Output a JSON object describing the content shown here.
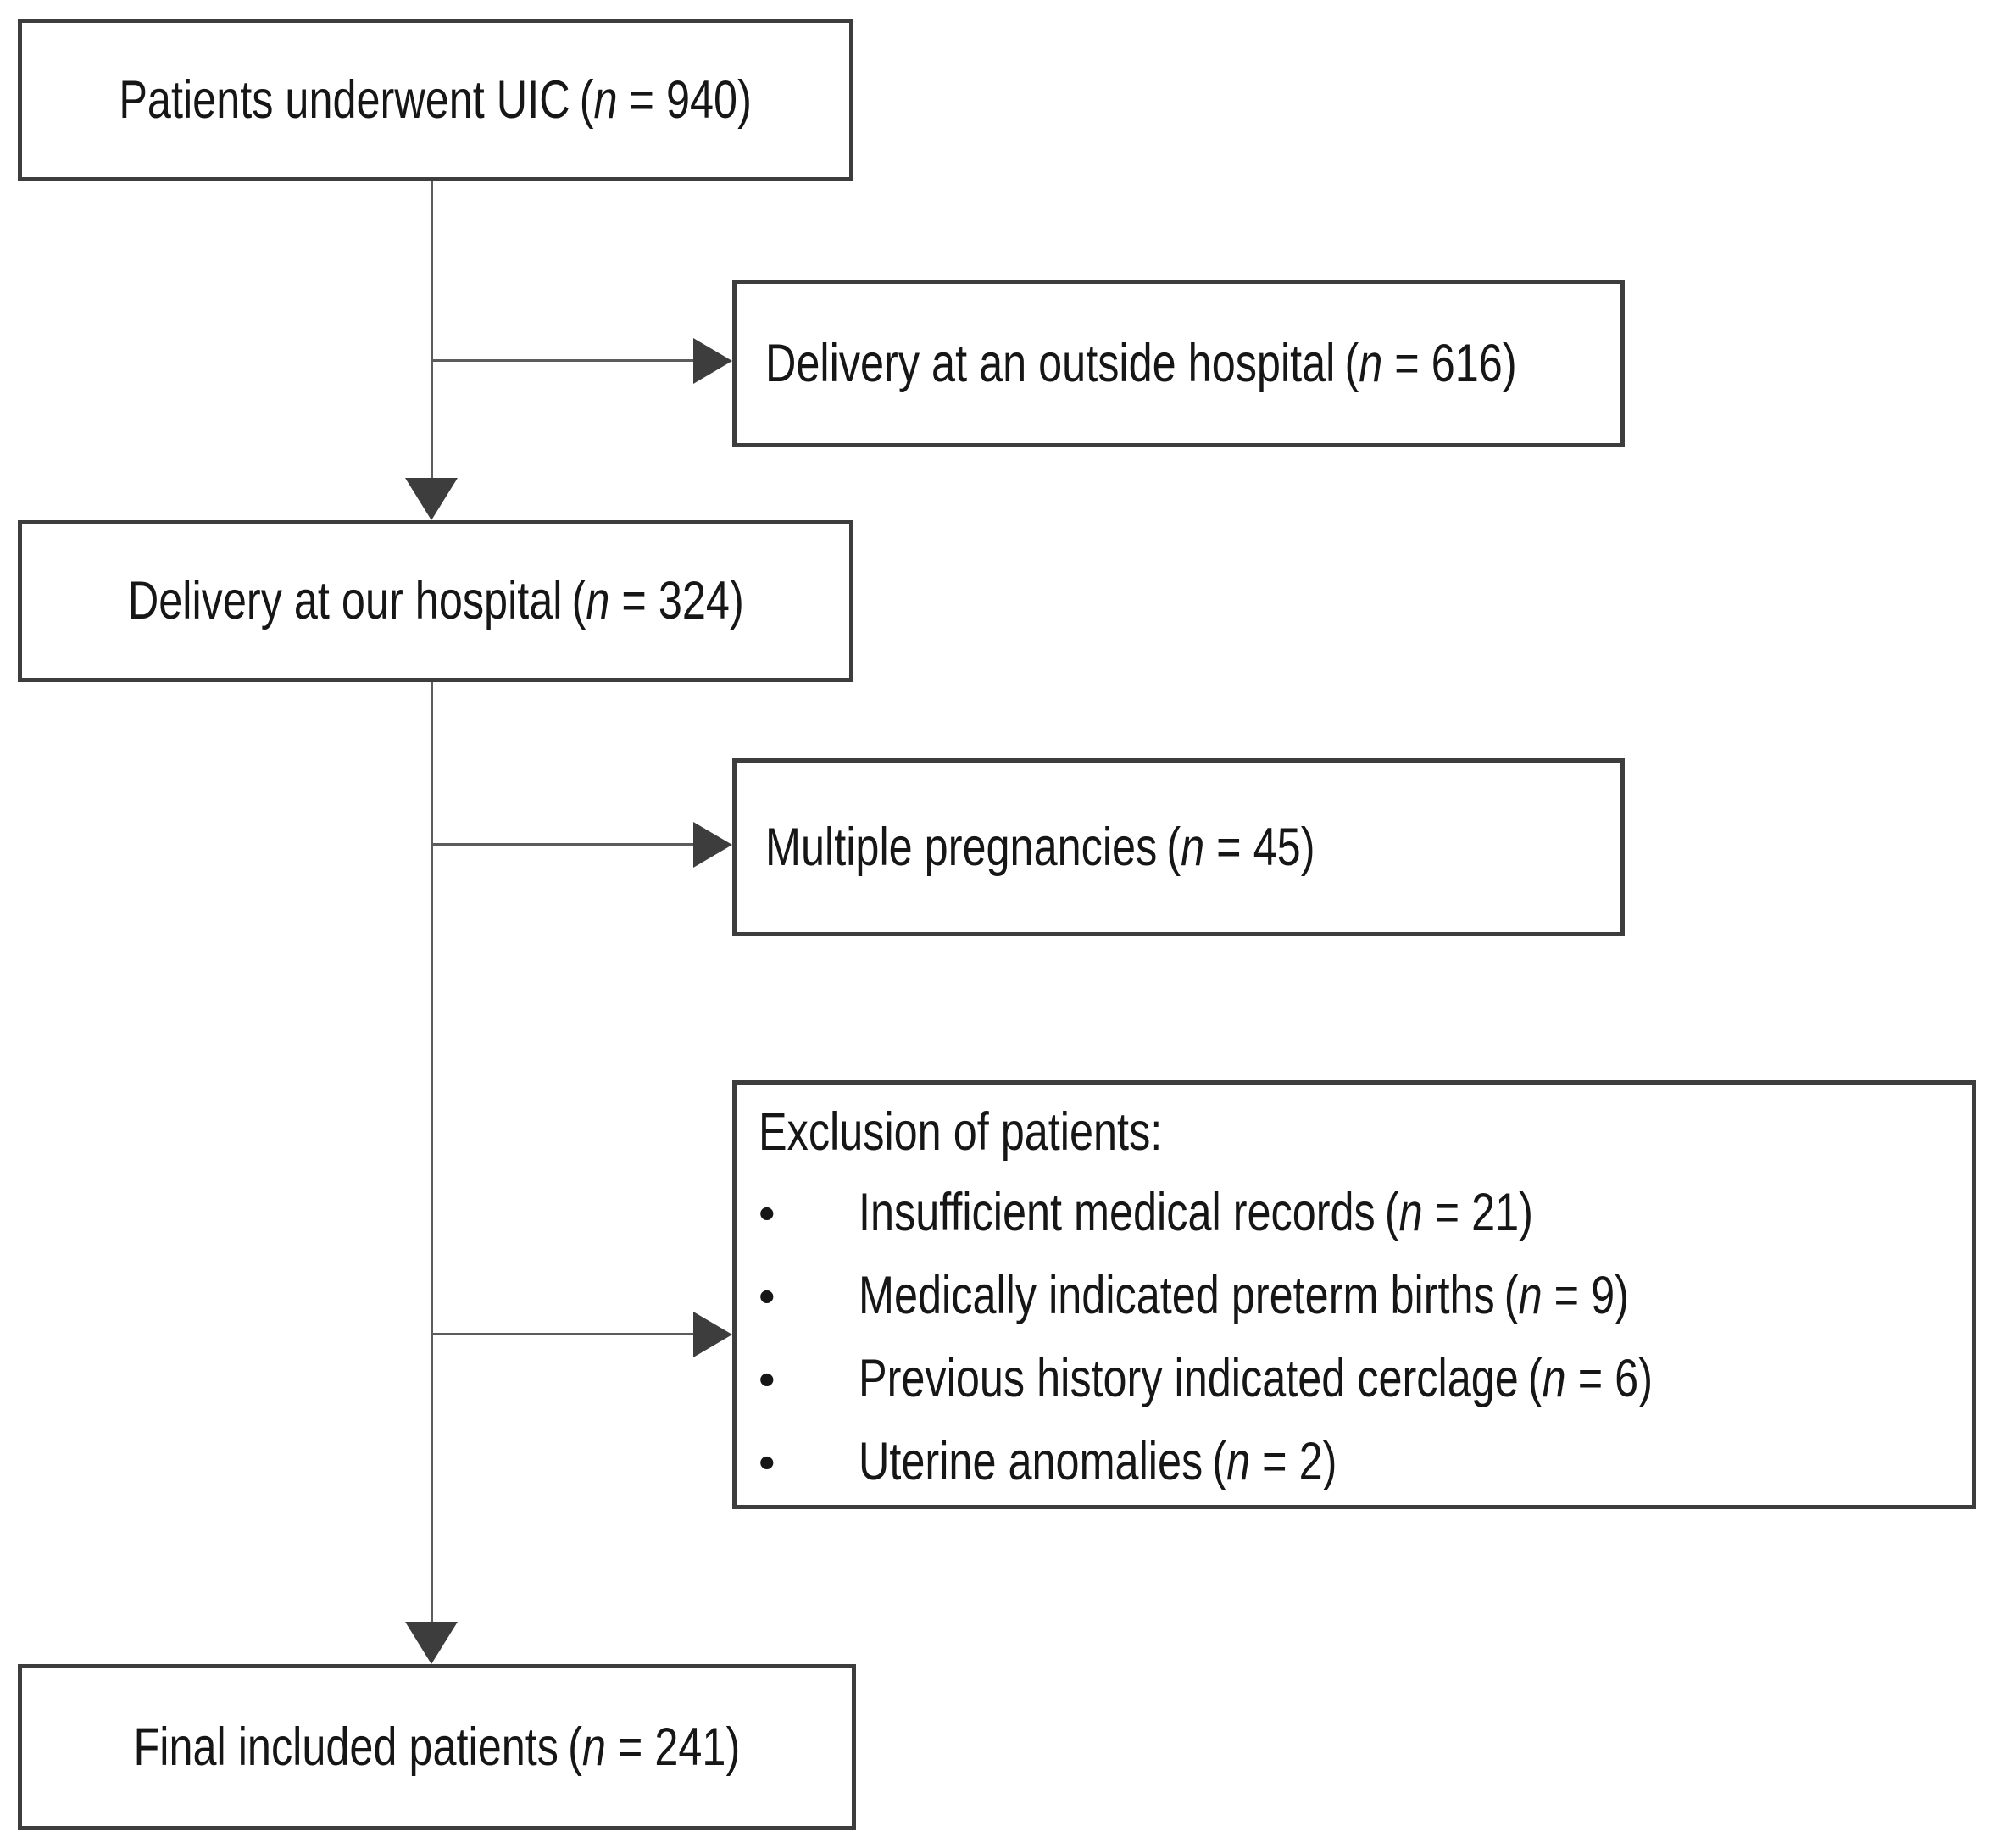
{
  "figure": {
    "type": "patient-flow-diagram",
    "background_color": "#ffffff",
    "box_border_color": "#3d3d3d",
    "connector_color": "#5c5c5c",
    "text_color": "#161616"
  },
  "symbols": {
    "open_paren": "(",
    "n_italic": "n",
    "equals": " = ",
    "close_paren": ")",
    "bullet": "•"
  },
  "boxes": {
    "underwent": {
      "label": "Patients underwent UIC",
      "count": "940"
    },
    "outside": {
      "label": "Delivery at an outside hospital",
      "count": "616"
    },
    "our_hospital": {
      "label": "Delivery at our hospital",
      "count": "324"
    },
    "multiple": {
      "label": "Multiple pregnancies",
      "count": "45"
    },
    "final": {
      "label": "Final included patients",
      "count": "241"
    }
  },
  "exclusion": {
    "title": "Exclusion of patients:",
    "items": [
      {
        "label": "Insufficient medical records",
        "count": "21"
      },
      {
        "label": "Medically indicated preterm births",
        "count": "9"
      },
      {
        "label": "Previous history indicated cerclage",
        "count": "6"
      },
      {
        "label": "Uterine anomalies",
        "count": "2"
      }
    ]
  }
}
